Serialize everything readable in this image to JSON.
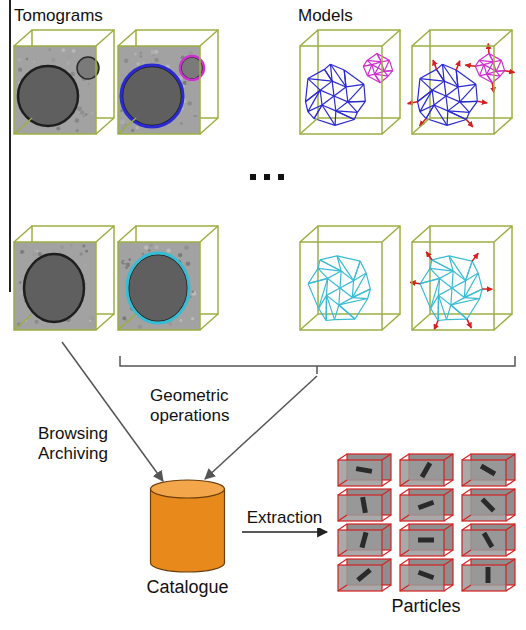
{
  "diagram": {
    "nodes": [
      {
        "text": [
          "Catalogue"
        ]
      },
      {
        "text": [
          "Particles"
        ]
      }
    ],
    "edges": [
      {
        "from": 0,
        "to": 1,
        "arrow": "to",
        "label": "Extraction"
      }
    ],
    "labels": [
      "Tomograms",
      "Models",
      "Browsing Archiving",
      "Geometric operations"
    ]
  }
}
